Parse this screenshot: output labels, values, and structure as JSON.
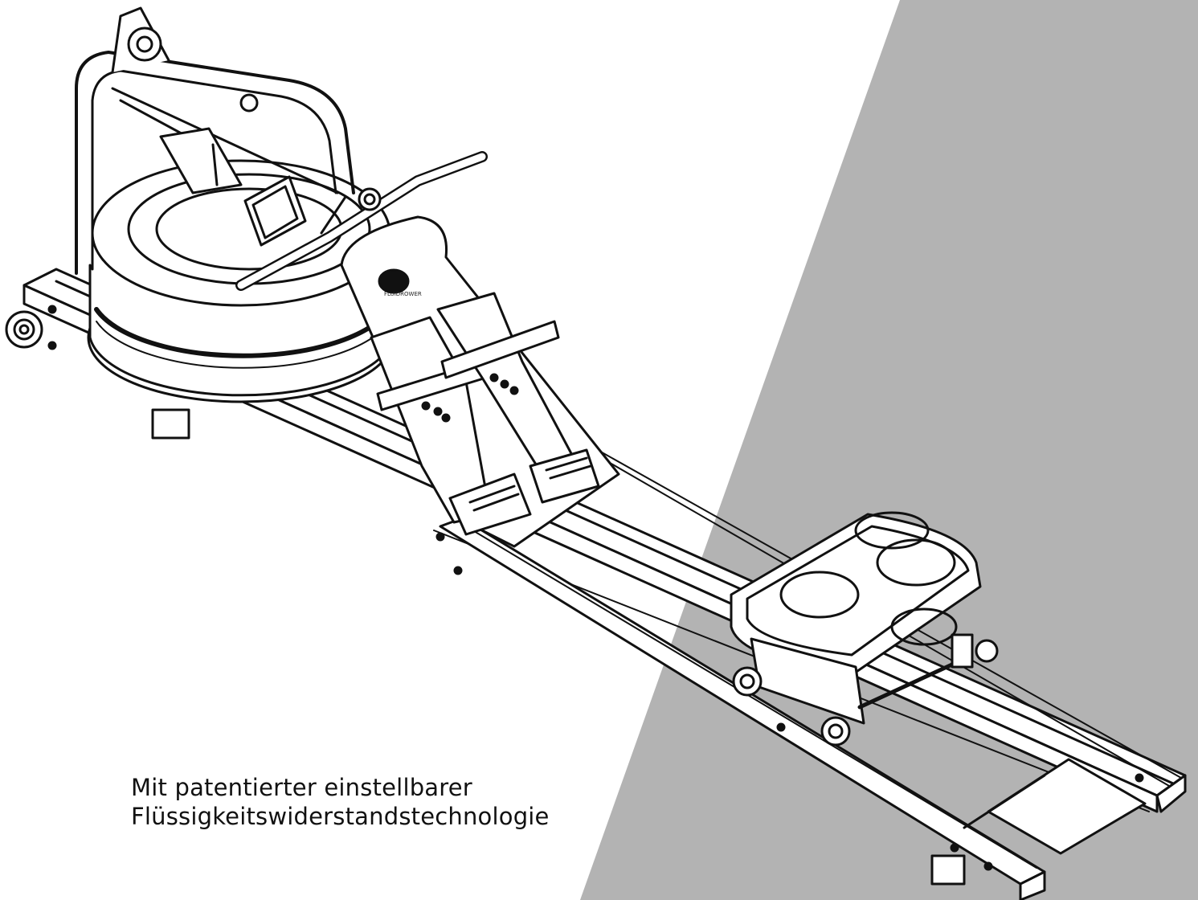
{
  "caption": {
    "line1": "Mit patentierter einstellbarer",
    "line2": "Flüssigkeitswiderstandstechnologie"
  },
  "brand": {
    "logo_text": "FLUIDROWER"
  },
  "colors": {
    "background": "#ffffff",
    "diagonal_panel": "#b3b3b3",
    "line_art": "#111111"
  },
  "icons": {
    "illustration": "rowing-machine-line-drawing",
    "logo": "infinity-logo"
  }
}
